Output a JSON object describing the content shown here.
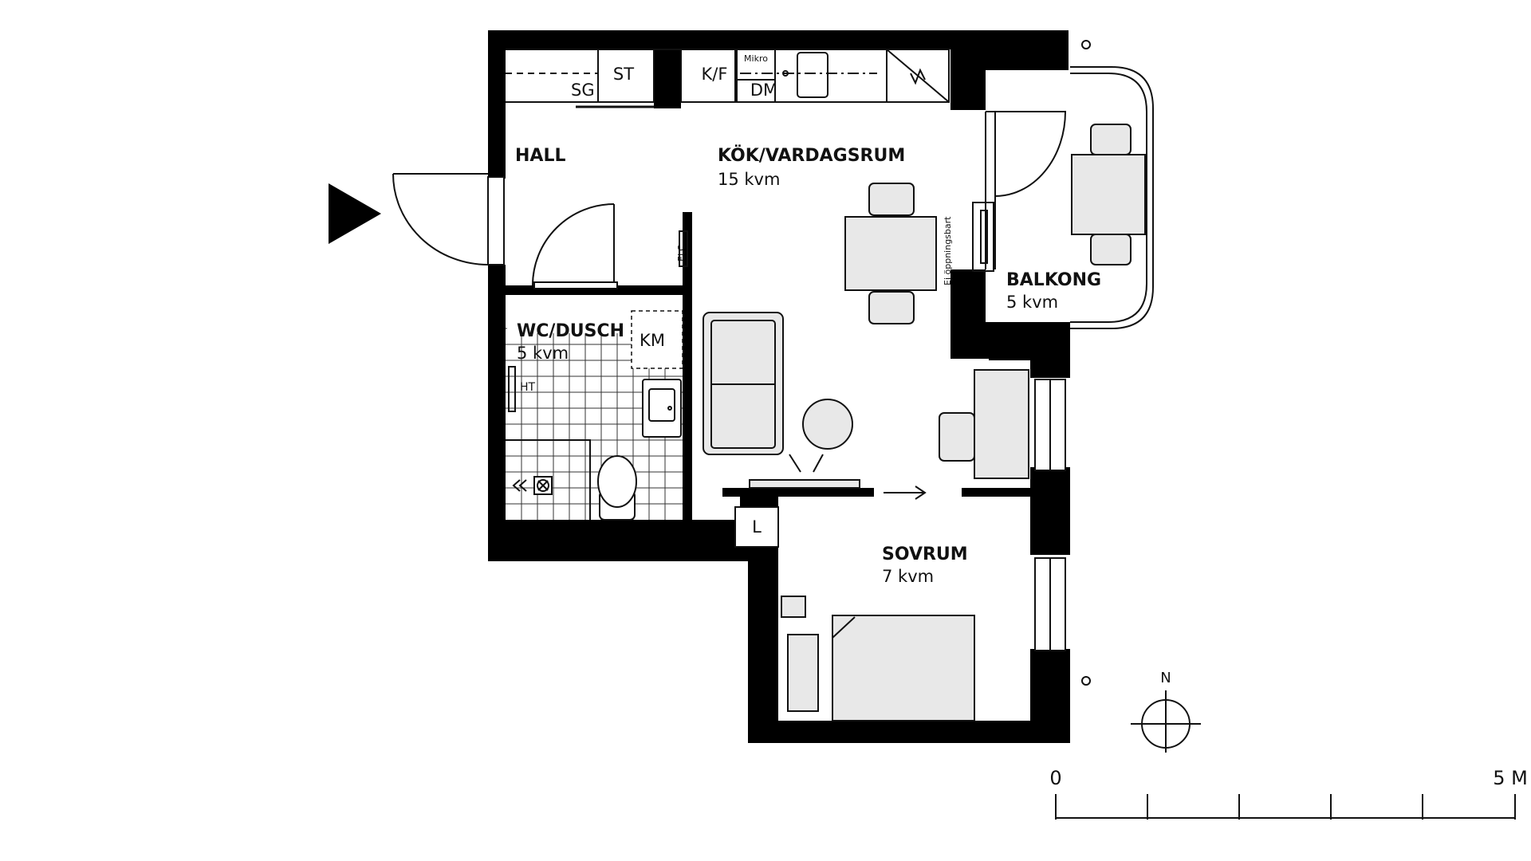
{
  "rooms": {
    "hall": {
      "name": "HALL"
    },
    "kitchen": {
      "name": "KÖK/VARDAGSRUM",
      "area": "15 kvm"
    },
    "wc": {
      "name": "WC/DUSCH",
      "area": "5 kvm"
    },
    "balcony": {
      "name": "BALKONG",
      "area": "5 kvm"
    },
    "bedroom": {
      "name": "SOVRUM",
      "area": "7 kvm"
    }
  },
  "fixtures": {
    "sg": "SG",
    "st": "ST",
    "kf": "K/F",
    "mikro": "Mikro",
    "dm": "DM",
    "elc": "ELC",
    "km": "KM",
    "ht": "HT",
    "l": "L",
    "window_note": "Ej öppningsbart"
  },
  "compass": {
    "north": "N"
  },
  "scale": {
    "start": "0",
    "end": "5 M"
  },
  "colors": {
    "wall": "#000000",
    "furniture": "#e8e8e8",
    "line": "#111111"
  }
}
